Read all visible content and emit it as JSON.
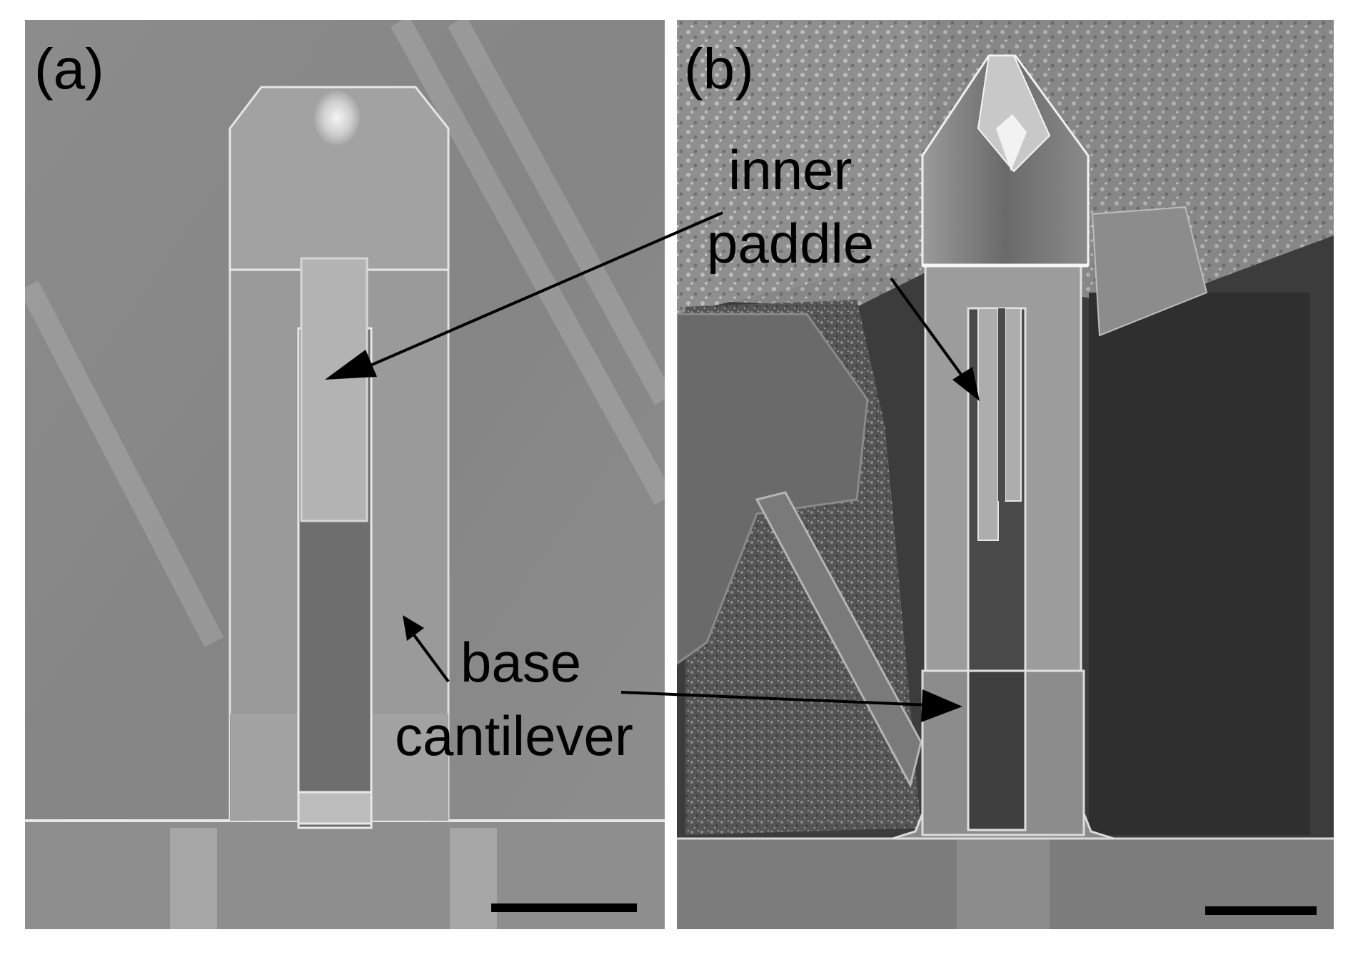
{
  "figure": {
    "panel_a": {
      "label": "(a)"
    },
    "panel_b": {
      "label": "(b)"
    },
    "annotations": {
      "inner_line1": "inner",
      "inner_line2": "paddle",
      "base_line1": "base",
      "base_line2": "cantilever"
    },
    "colors": {
      "background": "#ffffff",
      "arrow": "#000000",
      "scale_bar": "#000000",
      "panel_a_substrate": "#8a8a8a",
      "panel_b_substrate": "#3a3a3a"
    }
  }
}
